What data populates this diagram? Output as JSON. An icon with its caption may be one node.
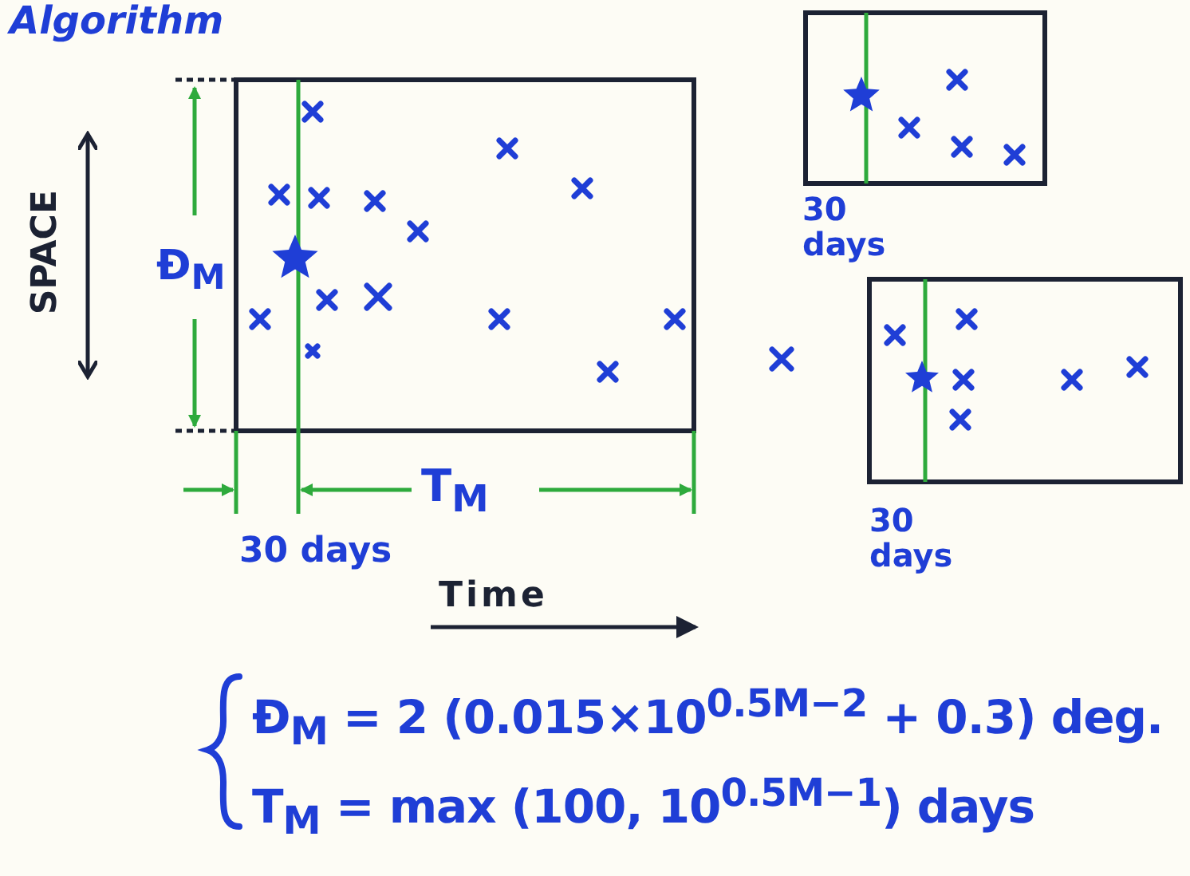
{
  "diagram": {
    "title": "Algorithm",
    "labels": [
      "SPACE",
      "Đ$_{M}$",
      "T$_{M}$",
      "30 days",
      "Time",
      "30 days",
      "30 days",
      "Đ$_{M}$ = 2 (0.015×10$^{0.5M−2}$ + 0.3) deg.",
      "T$_{M}$ = max (100, 10$^{0.5M−1}$) days"
    ]
  }
}
